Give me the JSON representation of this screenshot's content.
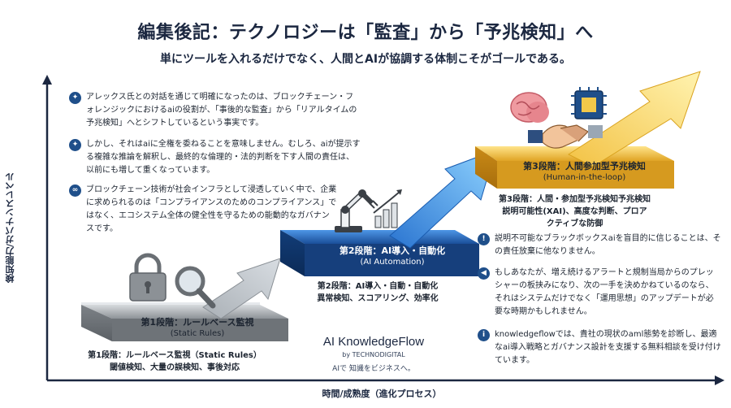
{
  "title": "編集後記：テクノロジーは「監査」から「予兆検知」へ",
  "subtitle": "単にツールを入れるだけでなく、人間とAIが協調する体制こそがゴールである。",
  "axes": {
    "y_label": "検知能力/ガバナンスレベル",
    "x_label": "時間/成熟度（進化プロセス）"
  },
  "left_bullets": [
    {
      "icon": "lightbulb-icon",
      "text": "アレックス氏との対話を通じて明確になったのは、ブロックチェーン・フォレンジックにおけるaiの役割が、「事後的な監査」から「リアルタイムの予兆検知」へとシフトしているという事実です。"
    },
    {
      "icon": "lightbulb-icon",
      "text": "しかし、それはaiに全権を委ねることを意味しません。むしろ、aiが提示する複雑な推論を解釈し、最終的な倫理的・法的判断を下す人間の責任は、以前にも増して重くなっています。"
    },
    {
      "icon": "chain-icon",
      "text": "ブロックチェーン技術が社会インフラとして浸透していく中で、企業に求められるのは「コンプライアンスのためのコンプライアンス」ではなく、エコシステム全体の健全性を守るための能動的なガバナンスです。"
    }
  ],
  "right_bullets": [
    {
      "icon": "warning-icon",
      "text": "説明不可能なブラックボックスaiを盲目的に信じることは、その責任放棄に他なりません。"
    },
    {
      "icon": "megaphone-icon",
      "text": "もしあなたが、増え続けるアラートと規制当局からのプレッシャーの板挟みになり、次の一手を決めかねているのなら、それはシステムだけでなく「運用思想」のアップデートが必要な時期かもしれません。"
    },
    {
      "icon": "info-icon",
      "text": "knowledgeflowでは、貴社の現状のaml態勢を診断し、最適なai導入戦略とガバナンス設計を支援する無料相談を受け付けています。"
    }
  ],
  "stages": [
    {
      "label": "第1段階：ルールベース監視",
      "label_en": "(Static Rules)",
      "desc_title": "第1段階：ルールベース監視（Static Rules）",
      "desc_body": "閾値検知、大量の誤検知、事後対応",
      "color": "#9ea3a8"
    },
    {
      "label": "第2段階：AI導入・自動化",
      "label_en": "(AI Automation)",
      "desc_title": "第2段階：AI導入・自動・自動化",
      "desc_body": "異常検知、スコアリング、効率化",
      "color": "#1f63b8"
    },
    {
      "label": "第3段階：人間参加型予兆検知",
      "label_en": "(Human-in-the-loop)",
      "desc_title": "第3段階：人間・参加型予兆検知予兆検知",
      "desc_body": "説明可能性(XAI)、高度な判断、プロアクティブな防御",
      "color": "#e9b52d"
    }
  ],
  "brand": {
    "name": "AI KnowledgeFlow",
    "by": "by TECHNODIGITAL",
    "tagline": "AIで 知識をビジネスへ。"
  },
  "colors": {
    "stage1": "#9ea3a8",
    "stage2": "#1f63b8",
    "stage3": "#e9b52d",
    "axis": "#1b2740",
    "icon": "#1f4f8a"
  }
}
